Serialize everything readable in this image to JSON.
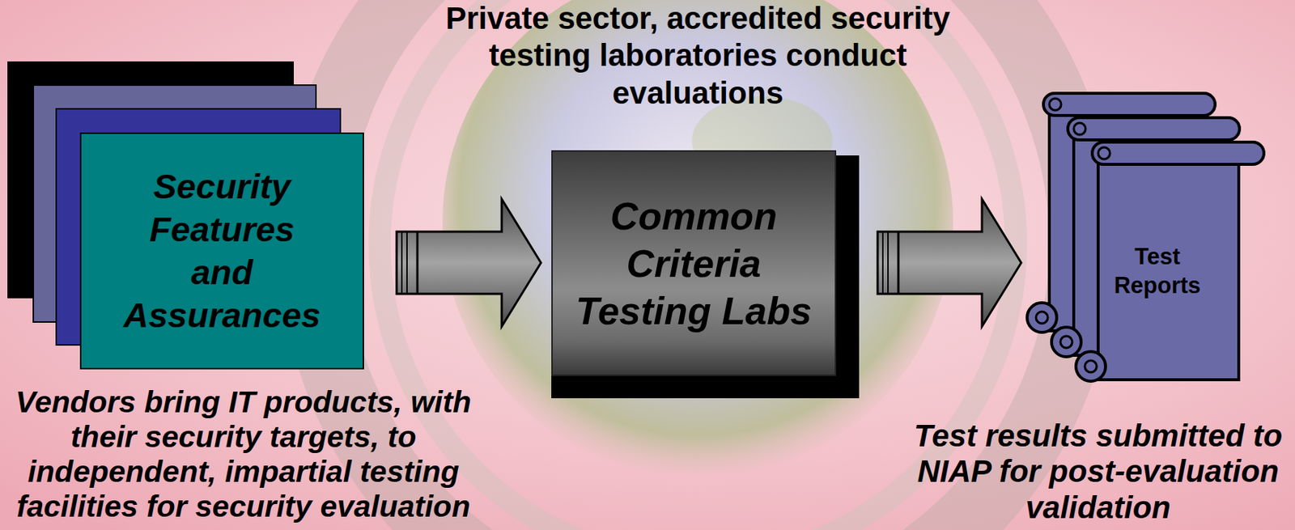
{
  "diagram": {
    "nodes": [
      {
        "text": [
          "Security Features and Assurances"
        ]
      },
      {
        "text": [
          "Common Criteria Testing Labs"
        ]
      },
      {
        "text": [
          "Test Reports"
        ]
      }
    ],
    "edges": [
      {
        "from": 0,
        "to": 1,
        "arrow": "to"
      },
      {
        "from": 1,
        "to": 2,
        "arrow": "to"
      }
    ],
    "labels": [
      "Private sector, accredited security testing laboratories conduct evaluations",
      "Vendors bring IT products, with their security targets, to independent, impartial testing facilities for security evaluation",
      "Test results submitted to NIAP for post-evaluation validation"
    ]
  }
}
